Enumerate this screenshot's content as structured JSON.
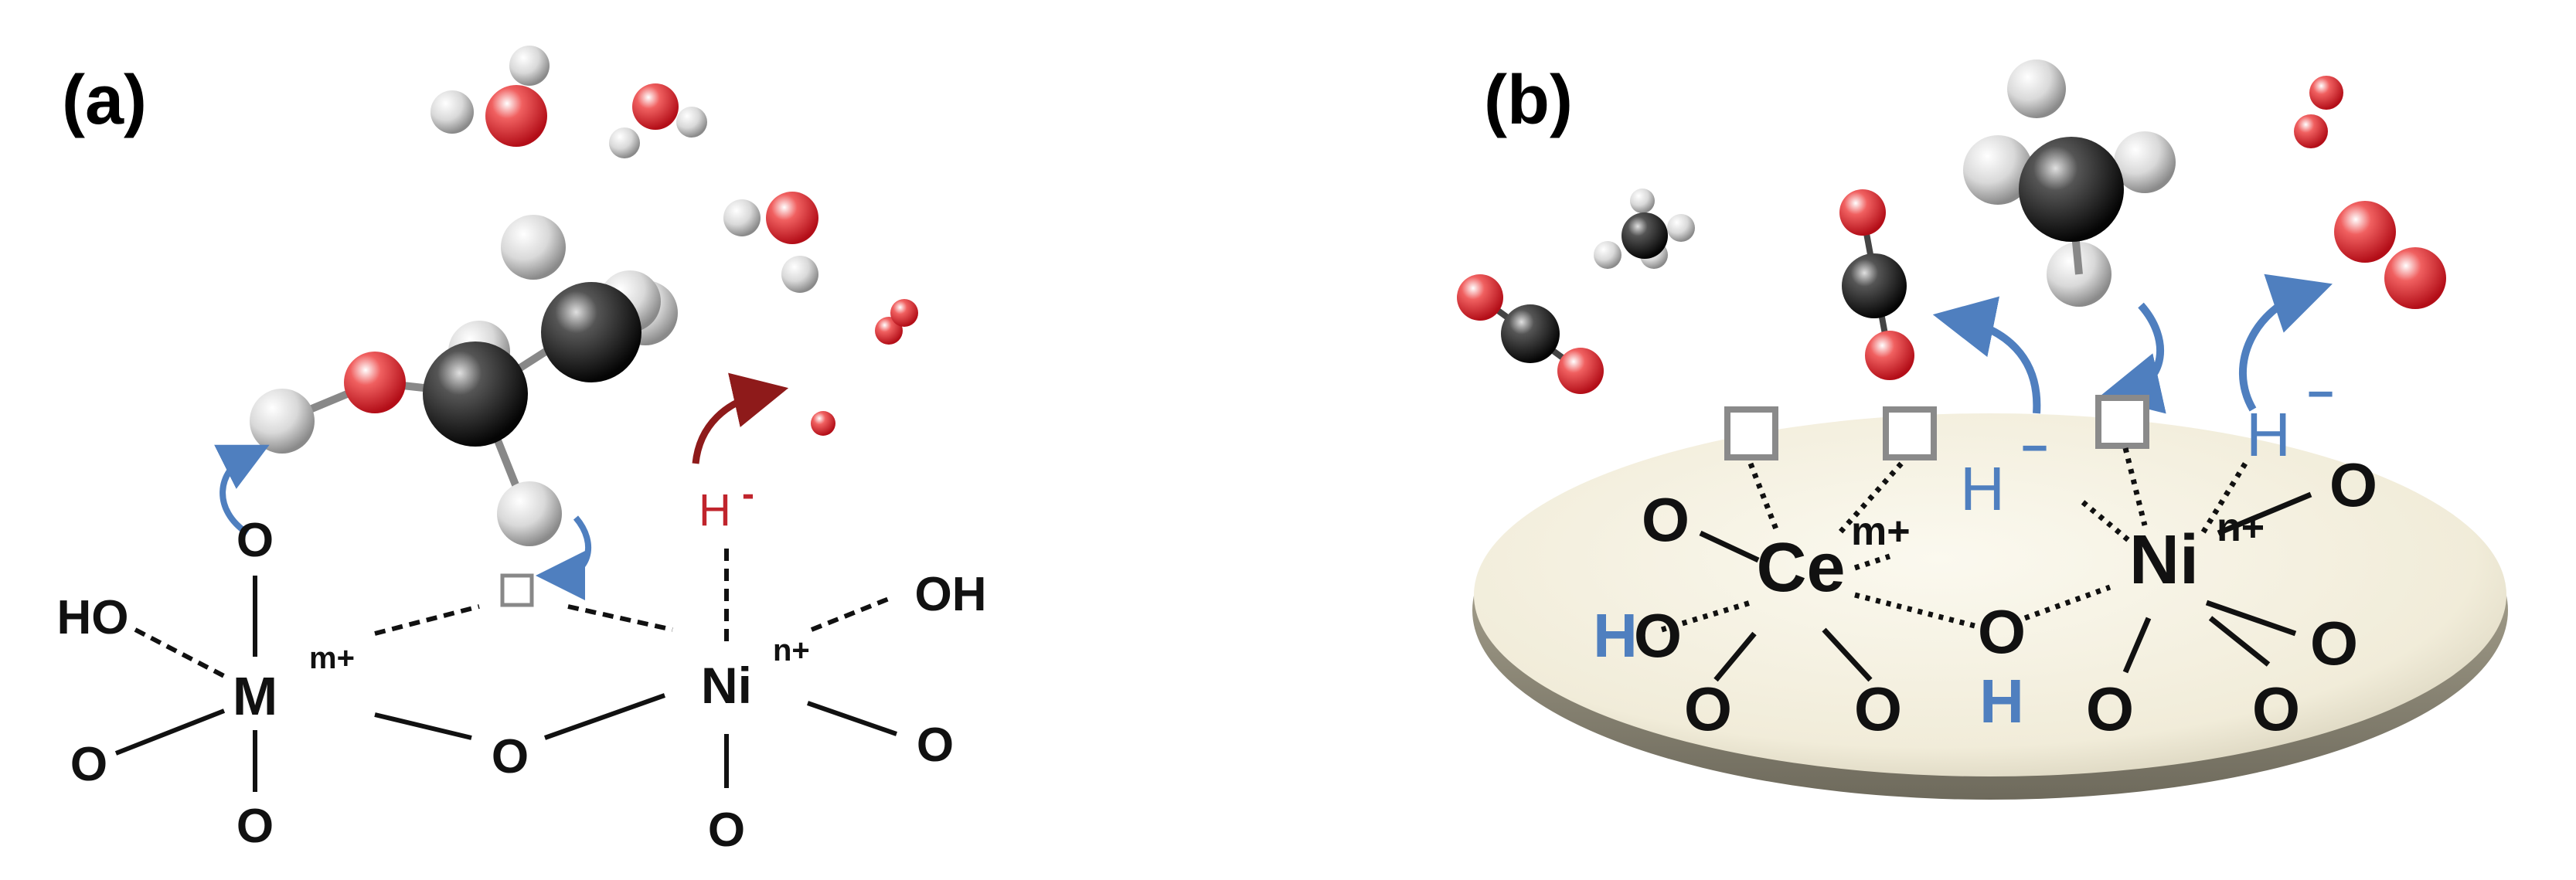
{
  "panel_a": {
    "label": "(a)",
    "atoms": {
      "ho_left": "HO",
      "m": "M",
      "m_charge": "m+",
      "o_top": "O",
      "o_left": "O",
      "o_bottom": "O",
      "o_center": "O",
      "ni": "Ni",
      "ni_charge": "n+",
      "oh_right": "OH",
      "o_right": "O",
      "o_ni_bottom": "O",
      "hydride": "H",
      "hydride_charge": "-"
    },
    "colors": {
      "vacancy_arrow": "#4f7fbf",
      "hydride": "#c0242c"
    }
  },
  "panel_b": {
    "label": "(b)",
    "atoms": {
      "ce": "Ce",
      "ce_charge": "m+",
      "ni": "Ni",
      "ni_charge": "n+",
      "o_ce_left": "O",
      "h_ho": "H",
      "o_ho": "O",
      "o_ce_bl": "O",
      "o_ce_br": "O",
      "o_bridge": "O",
      "h_bridge": "H",
      "o_ni_right": "O",
      "o_ni_br": "O",
      "o_ni_bottom": "O",
      "hydride1": "H",
      "hydride1_charge": "−",
      "hydride2": "H",
      "hydride2_charge": "−"
    },
    "colors": {
      "hydride": "#4f7fbf",
      "support": "#f3efde"
    }
  }
}
